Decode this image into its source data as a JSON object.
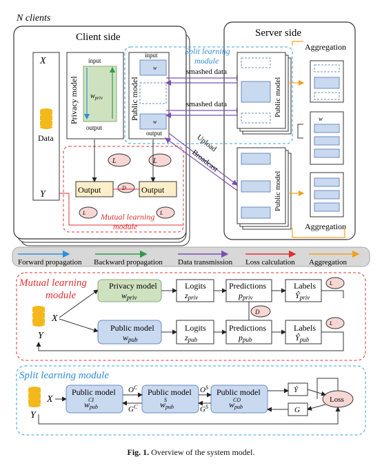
{
  "top": {
    "n_clients": "N clients",
    "client_side": "Client side",
    "server_side": "Server side",
    "x_label": "X",
    "y_label": "Y",
    "data_label": "Data",
    "privacy_model": "Privacy model",
    "public_model": "Public model",
    "input": "input",
    "output": "output",
    "w_priv": "w",
    "w_priv_sub": "priv",
    "wpub_ci": "w",
    "split_title_1": "Split learning",
    "split_title_2": "module",
    "smashed_1": "smashed data",
    "smashed_2": "smashed data",
    "upload": "Upload",
    "broadcast": "Broadcast",
    "l_priv": "L",
    "l_pub": "L",
    "d_jl": "D",
    "l_ce": "L",
    "output_priv": "Output",
    "output_pub": "Output",
    "mutual_title_1": "Mutual learning",
    "mutual_title_2": "module",
    "aggregation_top": "Aggregation",
    "aggregation_bottom": "Aggregation",
    "wpub_server": "w"
  },
  "legend": {
    "items": [
      {
        "label": "Forward propagation",
        "color": "#2f8fd8"
      },
      {
        "label": "Backward propagation",
        "color": "#2e9a4a"
      },
      {
        "label": "Data transmission",
        "color": "#7a4fb3"
      },
      {
        "label": "Loss calculation",
        "color": "#e03030"
      },
      {
        "label": "Aggregation",
        "color": "#f0a020"
      }
    ]
  },
  "mutual": {
    "title_1": "Mutual learning",
    "title_2": "module",
    "privacy_model": "Privacy model",
    "privacy_w": "w",
    "privacy_w_sub": "priv",
    "public_model": "Public model",
    "public_w": "w",
    "public_w_sub": "pub",
    "logits": "Logits",
    "z_priv": "z",
    "z_pub": "z",
    "predictions": "Predictions",
    "p_priv": "p",
    "p_pub": "p",
    "labels": "Labels",
    "yhat_priv": "Ŷ",
    "yhat_pub": "Ŷ",
    "x": "X",
    "y": "Y",
    "d_jl": "D",
    "l_ce": "L"
  },
  "split": {
    "title": "Split learning module",
    "public_model": "Public model",
    "w": "w",
    "o_c": "O",
    "g_c": "G",
    "o_s": "O",
    "g_s": "G",
    "y_hat": "Ŷ",
    "g": "G",
    "loss": "Loss",
    "x": "X",
    "y": "Y"
  },
  "caption": {
    "fig": "Fig. 1.",
    "text": "Overview of the system model."
  }
}
